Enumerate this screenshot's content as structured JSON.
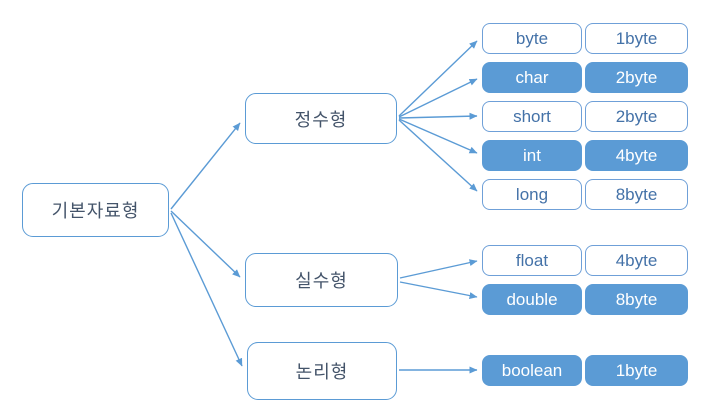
{
  "diagram": {
    "title_note": "Java primitive data types tree",
    "root": {
      "label": "기본자료형"
    },
    "branches": [
      {
        "label": "정수형",
        "children": [
          {
            "name": "byte",
            "size": "1byte",
            "filled": false
          },
          {
            "name": "char",
            "size": "2byte",
            "filled": true
          },
          {
            "name": "short",
            "size": "2byte",
            "filled": false
          },
          {
            "name": "int",
            "size": "4byte",
            "filled": true
          },
          {
            "name": "long",
            "size": "8byte",
            "filled": false
          }
        ]
      },
      {
        "label": "실수형",
        "children": [
          {
            "name": "float",
            "size": "4byte",
            "filled": false
          },
          {
            "name": "double",
            "size": "8byte",
            "filled": true
          }
        ]
      },
      {
        "label": "논리형",
        "children": [
          {
            "name": "boolean",
            "size": "1byte",
            "filled": true
          }
        ]
      }
    ],
    "colors": {
      "accent": "#5B9BD5",
      "box_border": "#6FA0D8",
      "leaf_text": "#4472A8",
      "branch_text": "#44546A",
      "filled_text": "#FFFFFF",
      "background": "#FFFFFF"
    }
  }
}
